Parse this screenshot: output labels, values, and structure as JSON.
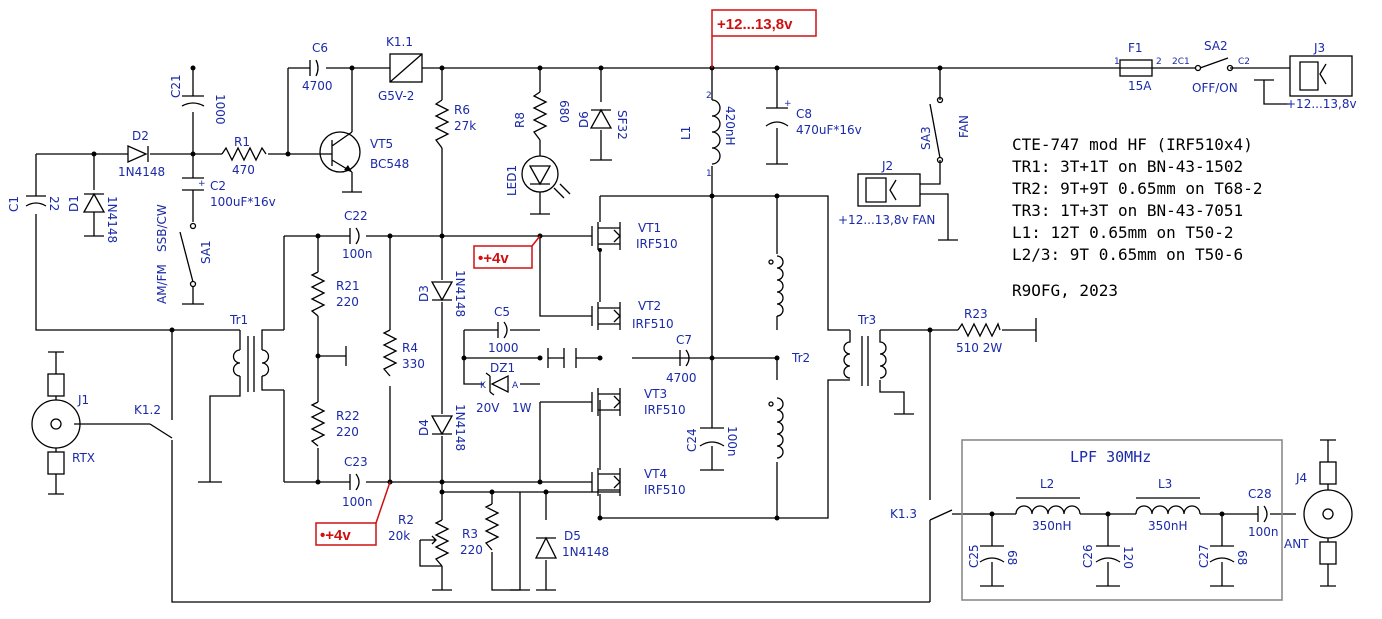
{
  "colors": {
    "wire": "#000000",
    "label": "#1a2aa8",
    "highlight": "#d01010",
    "frame": "#8a8a8a"
  },
  "power_in": "+12...13,8v",
  "bias": [
    "•+4v",
    "•+4v"
  ],
  "components": {
    "c6": {
      "ref": "C6",
      "val": "4700"
    },
    "k11": {
      "ref": "K1.1",
      "val": "G5V-2"
    },
    "c21": {
      "ref": "C21",
      "val": "1000"
    },
    "r1": {
      "ref": "R1",
      "val": "470"
    },
    "d2": {
      "ref": "D2",
      "val": "1N4148"
    },
    "c2": {
      "ref": "C2",
      "val": "100uF*16v"
    },
    "vt5": {
      "ref": "VT5",
      "val": "BC548"
    },
    "r6": {
      "ref": "R6",
      "val": "27k"
    },
    "r8": {
      "ref": "R8",
      "val": "680"
    },
    "d6": {
      "ref": "D6",
      "val": "SF32"
    },
    "led1": {
      "ref": "LED1"
    },
    "l1": {
      "ref": "L1",
      "val": "420nH"
    },
    "c8": {
      "ref": "C8",
      "val": "470uF*16v"
    },
    "f1": {
      "ref": "F1",
      "val": "15A"
    },
    "sa2": {
      "ref": "SA2",
      "val": "OFF/ON",
      "p1": "2C1",
      "p2": "C2"
    },
    "j3": {
      "ref": "J3",
      "val": "+12...13,8v"
    },
    "sa3": {
      "ref": "SA3",
      "val": "FAN"
    },
    "j2": {
      "ref": "J2",
      "val": "+12...13,8v  FAN"
    },
    "c1": {
      "ref": "C1",
      "val": "22"
    },
    "d1": {
      "ref": "D1",
      "val": "1N4148"
    },
    "sa1": {
      "ref": "SA1",
      "top": "SSB/CW",
      "bot": "AM/FM"
    },
    "c22": {
      "ref": "C22",
      "val": "100n"
    },
    "vt1": {
      "ref": "VT1",
      "val": "IRF510"
    },
    "vt2": {
      "ref": "VT2",
      "val": "IRF510"
    },
    "vt3": {
      "ref": "VT3",
      "val": "IRF510"
    },
    "vt4": {
      "ref": "VT4",
      "val": "IRF510"
    },
    "r21": {
      "ref": "R21",
      "val": "220"
    },
    "r22": {
      "ref": "R22",
      "val": "220"
    },
    "d3": {
      "ref": "D3",
      "val": "1N4148"
    },
    "d4": {
      "ref": "D4",
      "val": "1N4148"
    },
    "c5": {
      "ref": "C5",
      "val": "1000"
    },
    "dz1": {
      "ref": "DZ1",
      "val": "20V",
      "pw": "1W",
      "k": "K",
      "a": "A"
    },
    "c7": {
      "ref": "C7",
      "val": "4700"
    },
    "r4": {
      "ref": "R4",
      "val": "330"
    },
    "tr1": {
      "ref": "Tr1"
    },
    "tr2": {
      "ref": "Tr2"
    },
    "tr3": {
      "ref": "Tr3"
    },
    "r23": {
      "ref": "R23",
      "val": "510  2W"
    },
    "j1": {
      "ref": "J1",
      "val": "RTX"
    },
    "k12": {
      "ref": "K1.2"
    },
    "c23": {
      "ref": "C23",
      "val": "100n"
    },
    "c24": {
      "ref": "C24",
      "val": "100n"
    },
    "r2": {
      "ref": "R2",
      "val": "20k"
    },
    "r3": {
      "ref": "R3",
      "val": "220"
    },
    "d5": {
      "ref": "D5",
      "val": "1N4148"
    },
    "k13": {
      "ref": "K1.3"
    },
    "lpf": "LPF 30MHz",
    "l2": {
      "ref": "L2",
      "val": "350nH"
    },
    "l3": {
      "ref": "L3",
      "val": "350nH"
    },
    "c25": {
      "ref": "C25",
      "val": "68"
    },
    "c26": {
      "ref": "C26",
      "val": "120"
    },
    "c27": {
      "ref": "C27",
      "val": "68"
    },
    "c28": {
      "ref": "C28",
      "val": "100n"
    },
    "j4": {
      "ref": "J4",
      "val": "ANT"
    }
  },
  "notes": [
    "CTE-747 mod HF (IRF510x4)",
    "TR1: 3T+1T on BN-43-1502",
    "TR2: 9T+9T 0.65mm on T68-2",
    "TR3: 1T+3T on BN-43-7051",
    "L1: 12T 0.65mm on T50-2",
    "L2/3: 9T 0.65mm on T50-6"
  ],
  "author": "R9OFG, 2023"
}
